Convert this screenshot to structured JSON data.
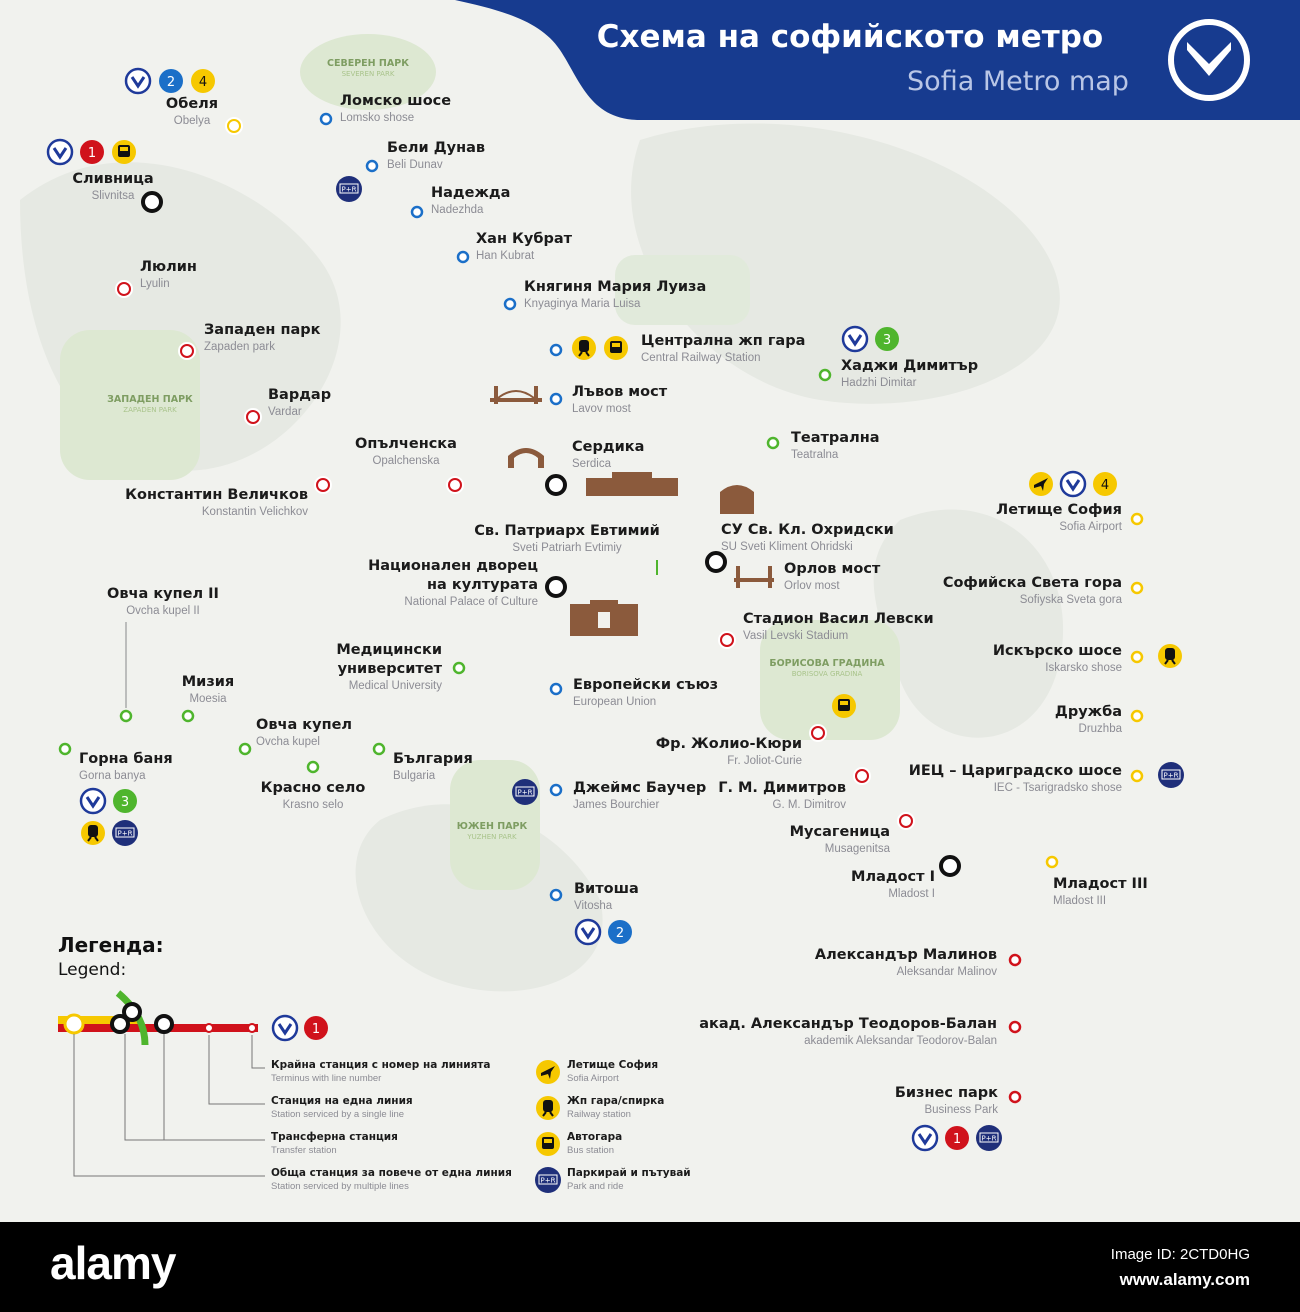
{
  "header": {
    "title_bg": "Схема на софийското метро",
    "title_en": "Sofia Metro map",
    "logo": "metro-logo-icon"
  },
  "colors": {
    "line1": "#d0121b",
    "line2": "#1b6fc8",
    "line3": "#4fb52d",
    "line4": "#f6c800",
    "banner": "#173b8f",
    "transfer": "#111111"
  },
  "parks": [
    {
      "bg": "СЕВЕРЕН ПАРК",
      "en": "SEVEREN PARK"
    },
    {
      "bg": "ЗАПАДЕН ПАРК",
      "en": "ZAPADEN PARK"
    },
    {
      "bg": "БОРИСОВА ГРАДИНА",
      "en": "BORISOVA GRADINA"
    },
    {
      "bg": "ЮЖЕН ПАРК",
      "en": "YUZHEN PARK"
    }
  ],
  "stations": [
    {
      "bg": [
        "Обеля"
      ],
      "en": "Obelya",
      "type": "multi"
    },
    {
      "bg": [
        "Ломско шосе"
      ],
      "en": "Lomsko shose",
      "type": "single"
    },
    {
      "bg": [
        "Бели Дунав"
      ],
      "en": "Beli Dunav",
      "type": "single"
    },
    {
      "bg": [
        "Надежда"
      ],
      "en": "Nadezhda",
      "type": "single"
    },
    {
      "bg": [
        "Хан Кубрат"
      ],
      "en": "Han Kubrat",
      "type": "single"
    },
    {
      "bg": [
        "Княгиня Мария Луиза"
      ],
      "en": "Knyaginya Maria Luisa",
      "type": "single"
    },
    {
      "bg": [
        "Централна жп гара"
      ],
      "en": "Central Railway Station",
      "type": "single"
    },
    {
      "bg": [
        "Лъвов мост"
      ],
      "en": "Lavov most",
      "type": "single"
    },
    {
      "bg": [
        "Сердика"
      ],
      "en": "Serdica",
      "type": "transfer"
    },
    {
      "bg": [
        "Св. Патриарх Евтимий"
      ],
      "en": "Sveti Patriarh Evtimiy",
      "type": "single"
    },
    {
      "bg": [
        "Национален дворец",
        "на културата"
      ],
      "en": "National Palace of Culture",
      "type": "transfer"
    },
    {
      "bg": [
        "Европейски съюз"
      ],
      "en": "European Union",
      "type": "single"
    },
    {
      "bg": [
        "Джеймс Баучер"
      ],
      "en": "James Bourchier",
      "type": "single"
    },
    {
      "bg": [
        "Витоша"
      ],
      "en": "Vitosha",
      "type": "terminus"
    },
    {
      "bg": [
        "Сливница"
      ],
      "en": "Slivnitsa",
      "type": "transfer"
    },
    {
      "bg": [
        "Люлин"
      ],
      "en": "Lyulin",
      "type": "multi"
    },
    {
      "bg": [
        "Западен парк"
      ],
      "en": "Zapaden park",
      "type": "multi"
    },
    {
      "bg": [
        "Вардар"
      ],
      "en": "Vardar",
      "type": "multi"
    },
    {
      "bg": [
        "Опълченска"
      ],
      "en": "Opalchenska",
      "type": "multi"
    },
    {
      "bg": [
        "Константин Величков"
      ],
      "en": "Konstantin Velichkov",
      "type": "multi"
    },
    {
      "bg": [
        "СУ Св. Кл. Охридски"
      ],
      "en": "SU Sveti Kliment Ohridski",
      "type": "transfer"
    },
    {
      "bg": [
        "Орлов мост"
      ],
      "en": "Orlov most",
      "type": "single"
    },
    {
      "bg": [
        "Стадион Васил Левски"
      ],
      "en": "Vasil Levski Stadium",
      "type": "multi"
    },
    {
      "bg": [
        "Фр. Жолио-Кюри"
      ],
      "en": "Fr. Joliot-Curie",
      "type": "multi"
    },
    {
      "bg": [
        "Г. М. Димитров"
      ],
      "en": "G. M. Dimitrov",
      "type": "multi"
    },
    {
      "bg": [
        "Мусагеница"
      ],
      "en": "Musagenitsa",
      "type": "multi"
    },
    {
      "bg": [
        "Младост I"
      ],
      "en": "Mladost I",
      "type": "transfer"
    },
    {
      "bg": [
        "Александър Малинов"
      ],
      "en": "Aleksandar Malinov",
      "type": "single"
    },
    {
      "bg": [
        "акад. Александър Теодоров-Балан"
      ],
      "en": "akademik Aleksandar Teodorov-Balan",
      "type": "single"
    },
    {
      "bg": [
        "Бизнес парк"
      ],
      "en": "Business Park",
      "type": "terminus"
    },
    {
      "bg": [
        "Младост III"
      ],
      "en": "Mladost III",
      "type": "single"
    },
    {
      "bg": [
        "ИЕЦ – Цариградско шосе"
      ],
      "en": "IEC - Tsarigradsko shose",
      "type": "single"
    },
    {
      "bg": [
        "Дружба"
      ],
      "en": "Druzhba",
      "type": "single"
    },
    {
      "bg": [
        "Искърско шосе"
      ],
      "en": "Iskarsko shose",
      "type": "single"
    },
    {
      "bg": [
        "Софийска Света гора"
      ],
      "en": "Sofiyska Sveta gora",
      "type": "single"
    },
    {
      "bg": [
        "Летище София"
      ],
      "en": "Sofia Airport",
      "type": "terminus"
    },
    {
      "bg": [
        "Хаджи Димитър"
      ],
      "en": "Hadzhi Dimitar",
      "type": "terminus"
    },
    {
      "bg": [
        "Театрална"
      ],
      "en": "Teatralna",
      "type": "single"
    },
    {
      "bg": [
        "Медицински",
        "университет"
      ],
      "en": "Medical University",
      "type": "single"
    },
    {
      "bg": [
        "България"
      ],
      "en": "Bulgaria",
      "type": "single"
    },
    {
      "bg": [
        "Красно село"
      ],
      "en": "Krasno selo",
      "type": "single"
    },
    {
      "bg": [
        "Овча купел"
      ],
      "en": "Ovcha kupel",
      "type": "single"
    },
    {
      "bg": [
        "Мизия"
      ],
      "en": "Moesia",
      "type": "single"
    },
    {
      "bg": [
        "Овча купел II"
      ],
      "en": "Ovcha kupel II",
      "type": "single"
    },
    {
      "bg": [
        "Горна баня"
      ],
      "en": "Gorna banya",
      "type": "terminus"
    }
  ],
  "badges": [
    {
      "icon": "metro-logo-icon"
    },
    {
      "icon": "line-badge",
      "label": "2",
      "line": "line2"
    },
    {
      "icon": "line-badge",
      "label": "4",
      "line": "line4"
    },
    {
      "icon": "metro-logo-icon"
    },
    {
      "icon": "line-badge",
      "label": "1",
      "line": "line1"
    },
    {
      "icon": "bus-icon"
    },
    {
      "icon": "park-and-ride-icon",
      "label": "P+R"
    },
    {
      "icon": "train-icon"
    },
    {
      "icon": "bus-icon"
    },
    {
      "icon": "metro-logo-icon"
    },
    {
      "icon": "line-badge",
      "label": "3",
      "line": "line3"
    },
    {
      "icon": "airplane-icon"
    },
    {
      "icon": "metro-logo-icon"
    },
    {
      "icon": "line-badge",
      "label": "4",
      "line": "line4"
    },
    {
      "icon": "train-icon"
    },
    {
      "icon": "park-and-ride-icon",
      "label": "P+R"
    },
    {
      "icon": "bus-icon"
    },
    {
      "icon": "metro-logo-icon"
    },
    {
      "icon": "line-badge",
      "label": "3",
      "line": "line3"
    },
    {
      "icon": "train-icon"
    },
    {
      "icon": "park-and-ride-icon",
      "label": "P+R"
    },
    {
      "icon": "park-and-ride-icon",
      "label": "P+R"
    },
    {
      "icon": "metro-logo-icon"
    },
    {
      "icon": "line-badge",
      "label": "2",
      "line": "line2"
    },
    {
      "icon": "metro-logo-icon"
    },
    {
      "icon": "line-badge",
      "label": "1",
      "line": "line1"
    },
    {
      "icon": "park-and-ride-icon",
      "label": "P+R"
    },
    {
      "icon": "metro-logo-icon"
    },
    {
      "icon": "line-badge",
      "label": "1",
      "line": "line1"
    }
  ],
  "legend": {
    "title_bg": "Легенда:",
    "title_en": "Legend:",
    "station_types": [
      {
        "bg": "Крайна станция с номер на линията",
        "en": "Terminus with line number"
      },
      {
        "bg": "Станция на една линия",
        "en": "Station serviced by a single line"
      },
      {
        "bg": "Трансферна станция",
        "en": "Transfer station"
      },
      {
        "bg": "Обща станция за повече от една линия",
        "en": "Station serviced by multiple lines"
      }
    ],
    "symbols": [
      {
        "icon": "airplane-icon",
        "bg": "Летище София",
        "en": "Sofia Airport"
      },
      {
        "icon": "train-icon",
        "bg": "Жп гара/спирка",
        "en": "Railway station"
      },
      {
        "icon": "bus-icon",
        "bg": "Автогара",
        "en": "Bus station"
      },
      {
        "icon": "park-and-ride-icon",
        "bg": "Паркирай и пътувай",
        "en": "Park and ride",
        "label": "P+R"
      }
    ]
  },
  "watermark": {
    "brand": "alamy",
    "image_id": "Image ID: 2CTD0HG",
    "url": "www.alamy.com"
  }
}
